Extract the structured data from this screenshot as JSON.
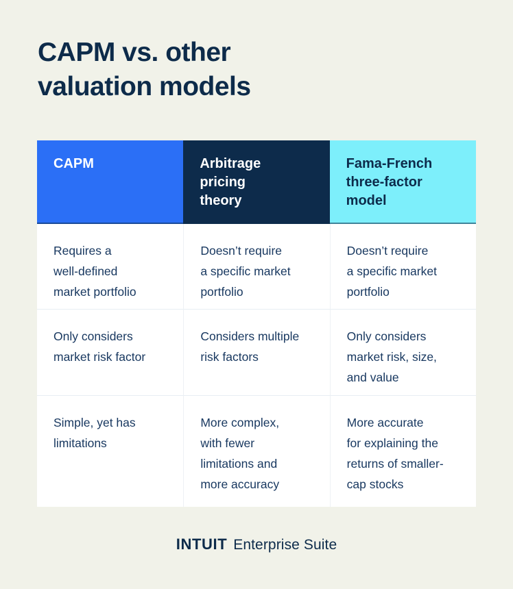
{
  "page": {
    "title": "CAPM vs. other\nvaluation models",
    "background_color": "#f1f2e9"
  },
  "colors": {
    "title_text": "#0d2b4a",
    "header_capm_bg": "#2b6ff6",
    "header_apt_bg": "#0d2b4b",
    "header_famafrench_bg": "#7deffb",
    "header_text_on_blue": "#ffffff",
    "header_text_on_cyan": "#0d2b4b",
    "body_cell_bg": "#ffffff",
    "body_text": "#17375f",
    "separator": "#e7edf3"
  },
  "table": {
    "headers": [
      {
        "label": "CAPM"
      },
      {
        "label": "Arbitrage\npricing\ntheory"
      },
      {
        "label": "Fama-French\nthree-factor\nmodel"
      }
    ],
    "rows": [
      [
        "Requires a\nwell-defined\nmarket portfolio",
        "Doesn’t require\na specific market\nportfolio",
        "Doesn’t require\na specific market\nportfolio"
      ],
      [
        "Only considers\nmarket risk factor",
        "Considers multiple\nrisk factors",
        "Only considers\nmarket risk, size,\nand value"
      ],
      [
        "Simple, yet has\nlimitations",
        "More complex,\nwith fewer\nlimitations and\nmore accuracy",
        "More accurate\nfor explaining the\nreturns of smaller-\ncap stocks"
      ]
    ]
  },
  "chart_data": {
    "type": "table",
    "title": "CAPM vs. other valuation models",
    "columns": [
      "CAPM",
      "Arbitrage pricing theory",
      "Fama-French three-factor model"
    ],
    "rows": [
      [
        "Requires a well-defined market portfolio",
        "Doesn’t require a specific market portfolio",
        "Doesn’t require a specific market portfolio"
      ],
      [
        "Only considers market risk factor",
        "Considers multiple risk factors",
        "Only considers market risk, size, and value"
      ],
      [
        "Simple, yet has limitations",
        "More complex, with fewer limitations and more accuracy",
        "More accurate for explaining the returns of smaller-cap stocks"
      ]
    ]
  },
  "footer": {
    "brand": "INTUIT",
    "product": "Enterprise Suite"
  }
}
